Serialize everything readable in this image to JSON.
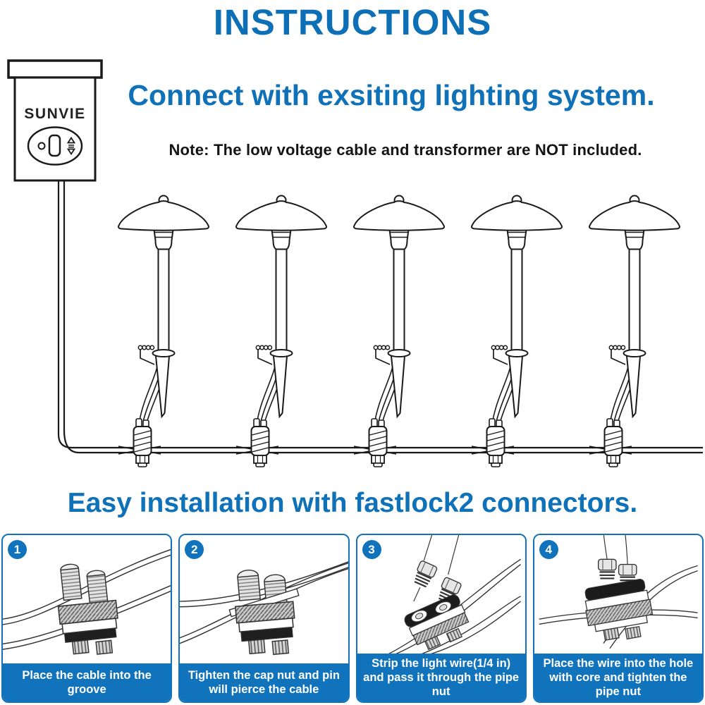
{
  "page": {
    "title": "INSTRUCTIONS"
  },
  "colors": {
    "accent_blue": "#1173bb",
    "title_blue": "#0d70b7",
    "heading_blue": "#0f72b9",
    "line_black": "#1a1a1a",
    "caption_text": "#ffffff"
  },
  "section_connect": {
    "heading": "Connect with exsiting lighting system.",
    "note": "Note: The low voltage cable and transformer are NOT included."
  },
  "diagram": {
    "transformer_brand": "SUNVIE",
    "lights_count": "5",
    "parts": {
      "transformer": "low-voltage-transformer",
      "cable": "low-voltage-main-cable",
      "light": "pathway-light",
      "connector": "fastlock2-connector",
      "stake": "ground-stake"
    }
  },
  "section_install": {
    "heading": "Easy installation with fastlock2 connectors."
  },
  "steps": [
    {
      "number": "1",
      "caption": "Place the cable into the groove"
    },
    {
      "number": "2",
      "caption": "Tighten the cap nut and pin will pierce the cable"
    },
    {
      "number": "3",
      "caption": "Strip the light wire(1/4 in) and pass it through the pipe nut"
    },
    {
      "number": "4",
      "caption": "Place the wire into the hole with core and tighten the pipe nut"
    }
  ]
}
